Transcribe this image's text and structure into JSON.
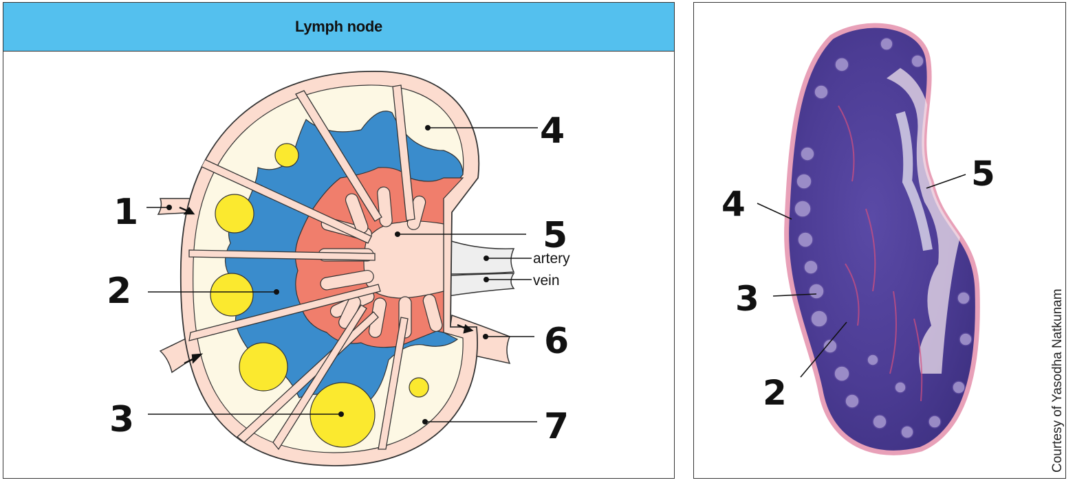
{
  "title": "Lymph node",
  "diagram": {
    "labels": [
      "1",
      "2",
      "3",
      "4",
      "5",
      "6",
      "7"
    ],
    "vessels": {
      "artery": "artery",
      "vein": "vein"
    }
  },
  "micrograph": {
    "labels": [
      "4",
      "5",
      "3",
      "2"
    ],
    "credit": "Courtesy of Yasodha Natkunam"
  },
  "colors": {
    "header": "#54c0ee",
    "capsule": "#fcdccf",
    "cortex": "#fdf8e4",
    "paracortex": "#3a8ccc",
    "medulla": "#f07e6c",
    "follicle": "#fbe92f",
    "stain_purple": "#4c3c94",
    "stain_pink": "#e8a0b8"
  }
}
